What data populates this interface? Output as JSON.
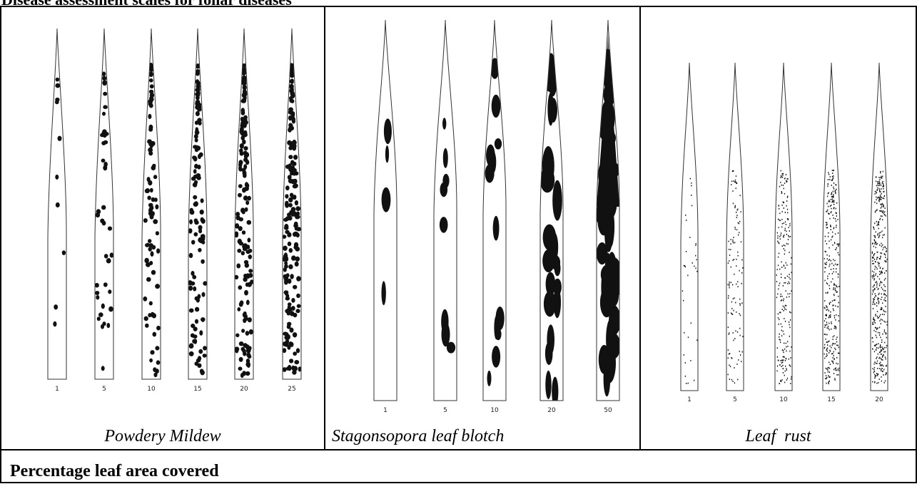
{
  "title": "Disease assessment scales for foliar diseases",
  "footer": "Percentage leaf area covered",
  "panels": [
    {
      "name": "Powdery Mildew",
      "lesion": "dots",
      "levels": [
        "1",
        "5",
        "10",
        "15",
        "20",
        "25"
      ]
    },
    {
      "name": "Stagonsopora leaf blotch",
      "lesion": "blotches",
      "levels": [
        "1",
        "5",
        "10",
        "20",
        "50"
      ]
    },
    {
      "name": "Leaf  rust",
      "lesion": "specks",
      "levels": [
        "1",
        "5",
        "10",
        "15",
        "20"
      ]
    }
  ],
  "colors": {
    "lesion": "#111111",
    "outline": "#333333",
    "border": "#000000"
  }
}
